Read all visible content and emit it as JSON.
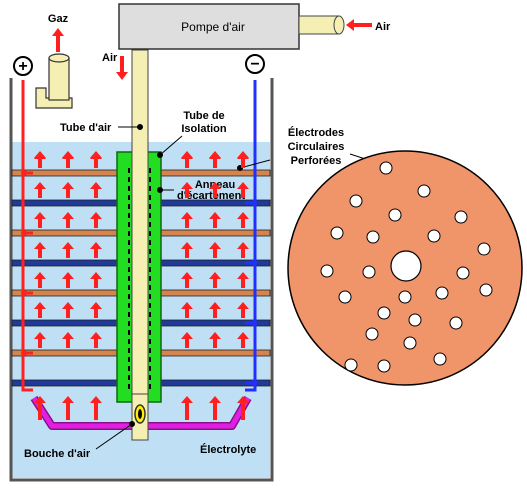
{
  "diagram": {
    "pump_label": "Pompe d'air",
    "air_in_label": "Air",
    "air_down_label": "Air",
    "gas_label": "Gaz",
    "plus_symbol": "+",
    "minus_symbol": "−",
    "air_tube_label": "Tube d'air",
    "insulation_tube_label_line1": "Tube de",
    "insulation_tube_label_line2": "Isolation",
    "spacer_ring_label_line1": "Anneau",
    "spacer_ring_label_line2": "d'écartement",
    "electrodes_label_line1": "Électrodes",
    "electrodes_label_line2": "Circulaires",
    "electrodes_label_line3": "Perforées",
    "air_nozzle_label": "Bouche d'air",
    "electrolyte_label": "Électrolyte"
  },
  "colors": {
    "water": "#bfe0f4",
    "electrode_copper": "#f0956a",
    "electrode_blue": "#1f3a9a",
    "insulation_green": "#22dd22",
    "tube_tan": "#f5efb4",
    "pump_gray": "#dedede",
    "arrow_red": "#ff1f1f",
    "wire_red": "#ff2020",
    "wire_blue": "#2030ff",
    "diffuser_magenta": "#e020e0"
  }
}
